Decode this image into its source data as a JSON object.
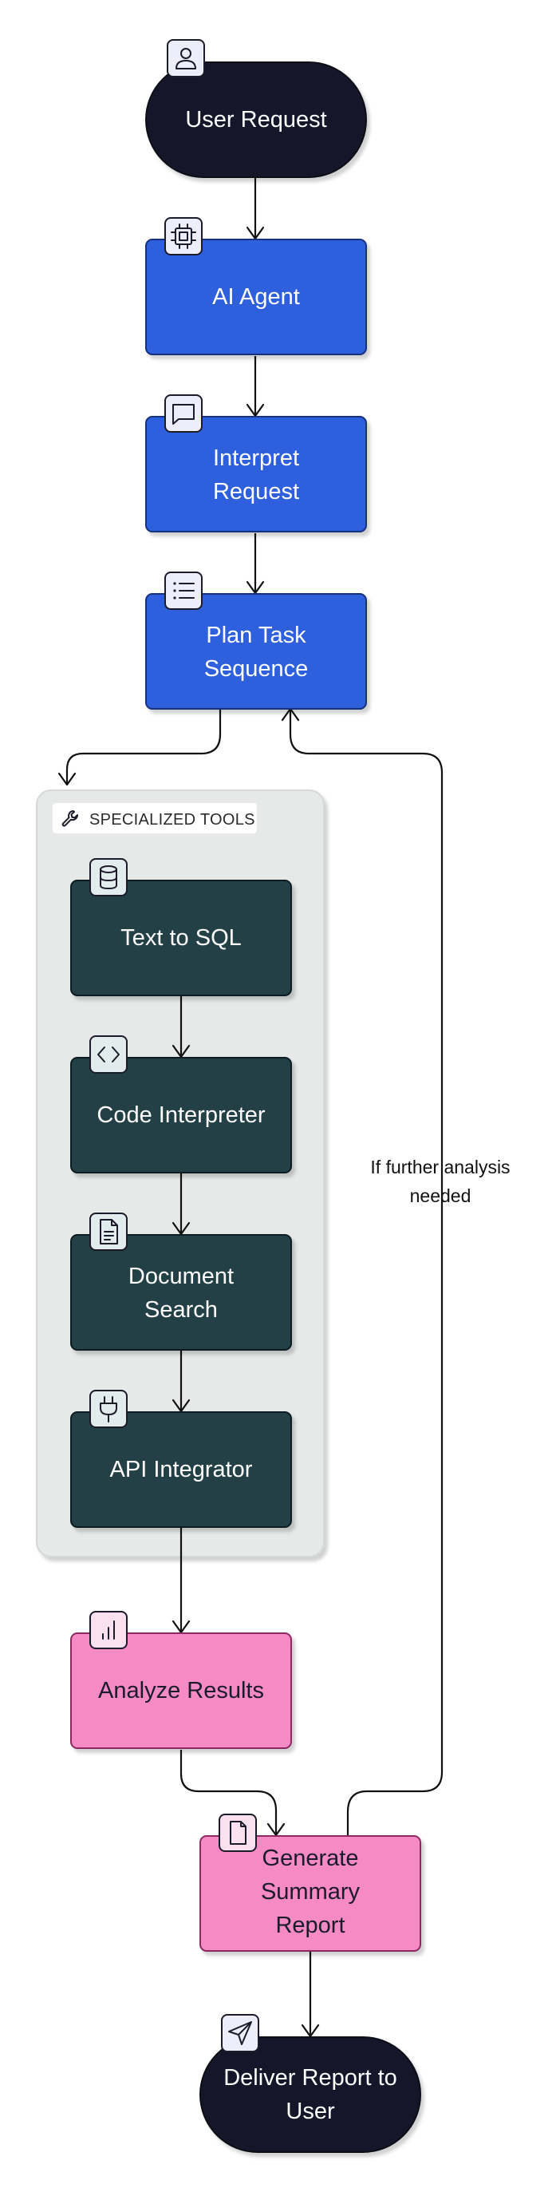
{
  "colors": {
    "terminal": "#15182a",
    "primary_blue": "#2d5fdc",
    "tool_dark": "#233f44",
    "result_pink": "#f58ac5",
    "group_bg": "#e7e9e9",
    "edge": "#111111"
  },
  "nodes": {
    "user_request": {
      "label": "User Request",
      "icon": "user-icon"
    },
    "ai_agent": {
      "label": "AI Agent",
      "icon": "cpu-icon"
    },
    "interpret_request": {
      "label_line1": "Interpret",
      "label_line2": "Request",
      "icon": "message-icon"
    },
    "plan_task": {
      "label_line1": "Plan Task",
      "label_line2": "Sequence",
      "icon": "list-icon"
    },
    "text_to_sql": {
      "label": "Text to SQL",
      "icon": "database-icon"
    },
    "code_interpreter": {
      "label": "Code Interpreter",
      "icon": "code-icon"
    },
    "document_search": {
      "label_line1": "Document",
      "label_line2": "Search",
      "icon": "file-text-icon"
    },
    "api_integrator": {
      "label": "API Integrator",
      "icon": "plug-icon"
    },
    "analyze_results": {
      "label": "Analyze Results",
      "icon": "bar-chart-icon"
    },
    "generate_report": {
      "label_line1": "Generate",
      "label_line2": "Summary",
      "label_line3": "Report",
      "icon": "file-icon"
    },
    "deliver_report": {
      "label_line1": "Deliver Report to",
      "label_line2": "User",
      "icon": "send-icon"
    }
  },
  "group": {
    "title": "SPECIALIZED TOOLS",
    "icon": "wrench-icon"
  },
  "edges": {
    "loop_label_line1": "If further analysis",
    "loop_label_line2": "needed"
  }
}
